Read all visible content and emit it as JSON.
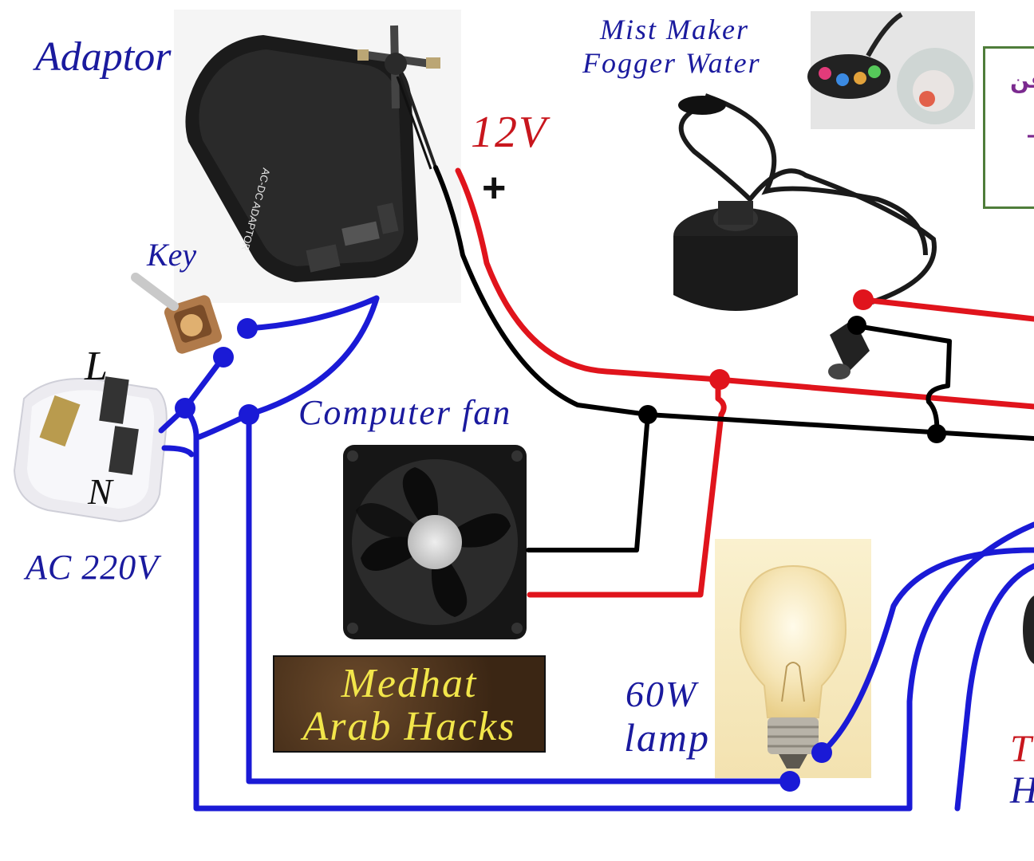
{
  "labels": {
    "adaptor": "Adaptor",
    "mist_line1": "Mist Maker",
    "mist_line2": "Fogger Water",
    "voltage": "12V",
    "plus": "+",
    "key": "Key",
    "live": "L",
    "neutral": "N",
    "ac": "AC 220V",
    "fan": "Computer fan",
    "lamp_watt": "60W",
    "lamp": "lamp",
    "cut_t": "T",
    "cut_h": "H"
  },
  "brand": {
    "line1": "Medhat",
    "line2": "Arab Hacks"
  },
  "inset": {
    "text": "قن",
    "dash": "-"
  },
  "colors": {
    "ac_wire": "#1a1ad6",
    "dc_positive": "#e0141c",
    "dc_negative": "#000000",
    "label_blue": "#1a1a9e",
    "label_red": "#c8161d",
    "brand_text": "#f2e64a"
  }
}
